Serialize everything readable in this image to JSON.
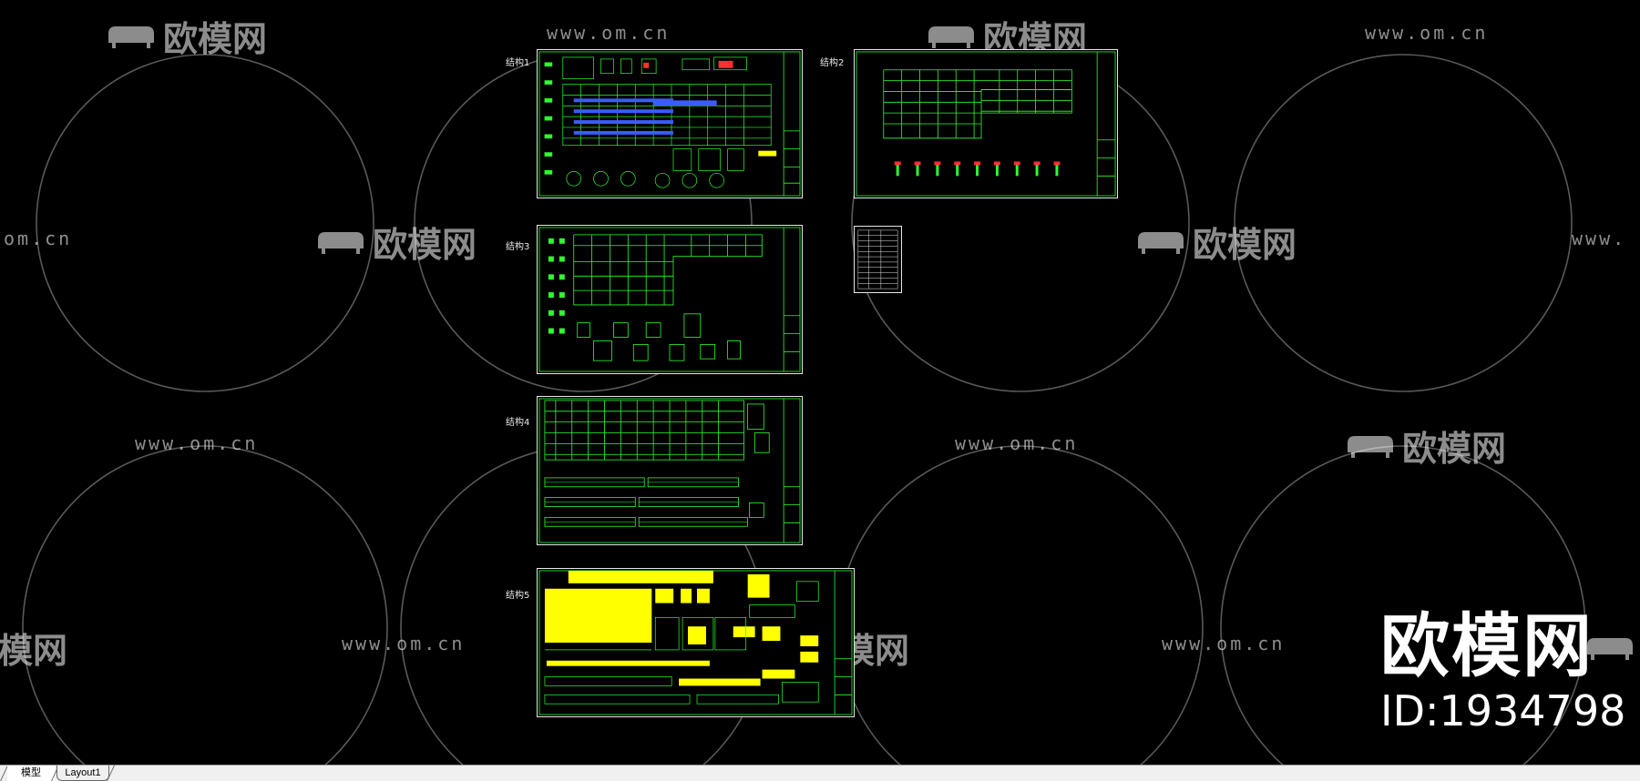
{
  "watermark": {
    "url_text": "www.om.cn",
    "url_text_partial_left": "om.cn",
    "url_text_partial_right": "www.",
    "logo_text": "欧模网",
    "logo_text_partial": "欧模网",
    "logo_text_partial_tail": "欧"
  },
  "brand": {
    "name": "欧模网",
    "id_label": "ID:1934798"
  },
  "sheets": [
    {
      "label": "结构1"
    },
    {
      "label": "结构2"
    },
    {
      "label": "结构3"
    },
    {
      "label": "结构4"
    },
    {
      "label": "结构5"
    }
  ],
  "tabs": [
    {
      "label": "模型",
      "active": true
    },
    {
      "label": "Layout1",
      "active": false
    }
  ],
  "colors": {
    "background": "#000000",
    "drawing_green": "#2dff2d",
    "drawing_yellow": "#ffff00",
    "drawing_blue": "#3a5cff",
    "drawing_red": "#ff3030",
    "sheet_border": "#e8e8e8",
    "tabbar_bg": "#f0f0f0"
  }
}
